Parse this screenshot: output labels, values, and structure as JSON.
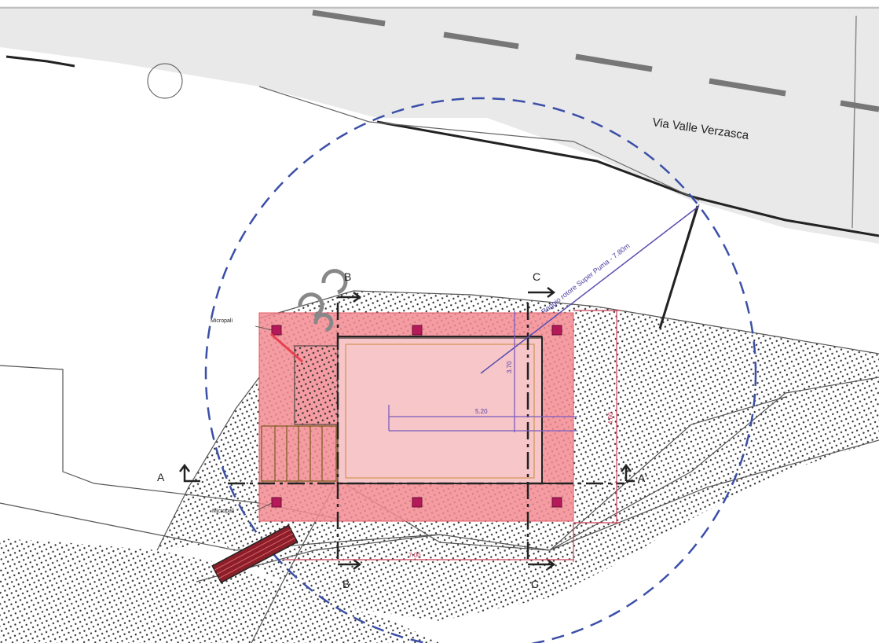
{
  "road": {
    "name": "Via Valle Verzasca"
  },
  "radius_label": "Raggio rotore Super Puma - 7.80m",
  "sections": {
    "a": "A",
    "a_prime": "A'",
    "b": "B",
    "c": "C"
  },
  "labels": {
    "micropali_top": "Micropali",
    "micropali_bottom": "Micropali"
  },
  "dimensions": {
    "width_inner": "5.20",
    "height_inner": "3.70",
    "height_outer": "4.60",
    "width_bottom": "7.00"
  },
  "colors": {
    "platform_fill": "#f28b92",
    "pool_fill": "#f7c6c9",
    "dashed_circle": "#3b4fa8",
    "dimension": "#7a5bbf",
    "road_band": "#e8e8e8"
  }
}
